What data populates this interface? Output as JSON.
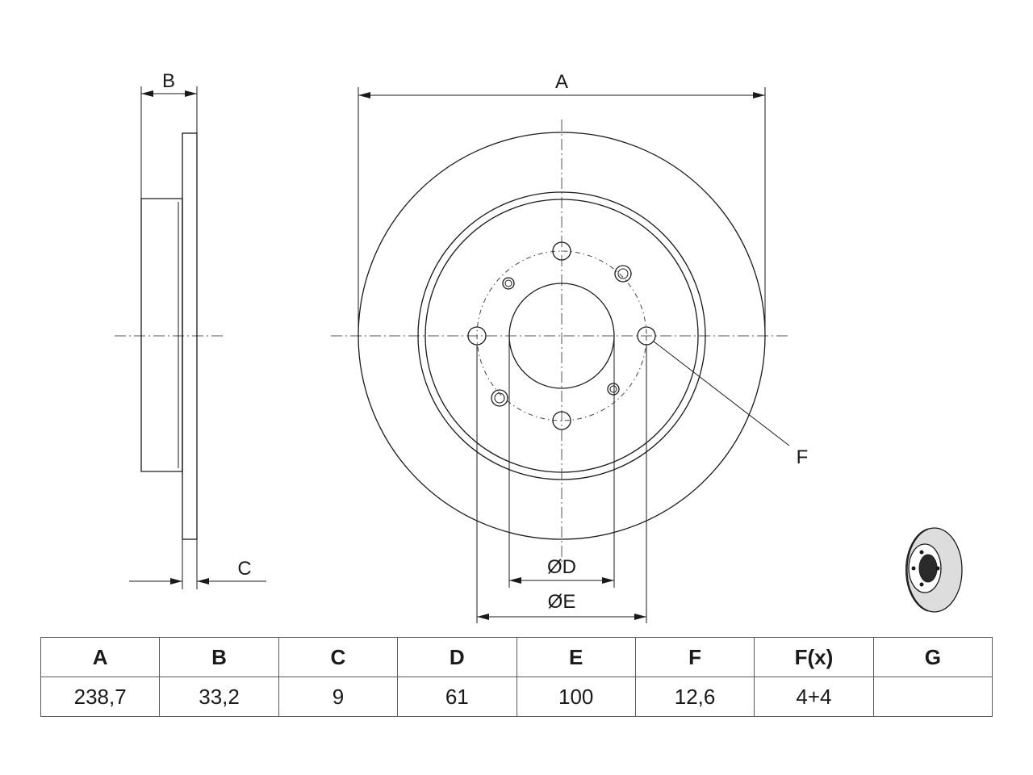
{
  "drawing": {
    "labels": {
      "A": "A",
      "B": "B",
      "C": "C",
      "D": "ØD",
      "E": "ØE",
      "F": "F"
    }
  },
  "table": {
    "headers": [
      "A",
      "B",
      "C",
      "D",
      "E",
      "F",
      "F(x)",
      "G"
    ],
    "values": [
      "238,7",
      "33,2",
      "9",
      "61",
      "100",
      "12,6",
      "4+4",
      ""
    ]
  }
}
